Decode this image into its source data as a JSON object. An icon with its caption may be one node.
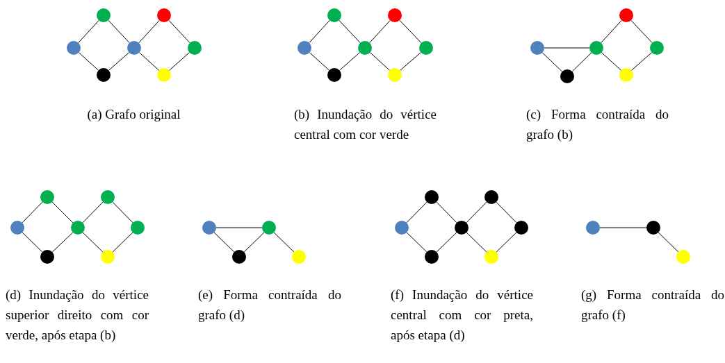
{
  "diagram": {
    "nodes": [
      {
        "text": [],
        "shape": "circle"
      },
      {
        "text": [],
        "shape": "circle"
      },
      {
        "text": [],
        "shape": "circle"
      },
      {
        "text": [],
        "shape": "circle"
      },
      {
        "text": [],
        "shape": "circle"
      },
      {
        "text": [],
        "shape": "circle"
      },
      {
        "text": [],
        "shape": "circle"
      },
      {
        "text": [],
        "shape": "circle"
      },
      {
        "text": [],
        "shape": "circle"
      },
      {
        "text": [],
        "shape": "circle"
      },
      {
        "text": [],
        "shape": "circle"
      },
      {
        "text": [],
        "shape": "circle"
      },
      {
        "text": [],
        "shape": "circle"
      },
      {
        "text": [],
        "shape": "circle"
      },
      {
        "text": [],
        "shape": "circle"
      },
      {
        "text": [],
        "shape": "circle"
      },
      {
        "text": [],
        "shape": "circle"
      },
      {
        "text": [],
        "shape": "circle"
      },
      {
        "text": [],
        "shape": "circle"
      },
      {
        "text": [],
        "shape": "circle"
      },
      {
        "text": [],
        "shape": "circle"
      },
      {
        "text": [],
        "shape": "circle"
      },
      {
        "text": [],
        "shape": "circle"
      },
      {
        "text": [],
        "shape": "circle"
      },
      {
        "text": [],
        "shape": "circle"
      },
      {
        "text": [],
        "shape": "circle"
      },
      {
        "text": [],
        "shape": "circle"
      },
      {
        "text": [],
        "shape": "circle"
      },
      {
        "text": [],
        "shape": "circle"
      },
      {
        "text": [],
        "shape": "circle"
      },
      {
        "text": [],
        "shape": "circle"
      },
      {
        "text": [],
        "shape": "circle"
      },
      {
        "text": [],
        "shape": "circle"
      },
      {
        "text": [],
        "shape": "circle"
      },
      {
        "text": [],
        "shape": "circle"
      },
      {
        "text": [],
        "shape": "circle"
      },
      {
        "text": [],
        "shape": "circle"
      },
      {
        "text": [],
        "shape": "circle"
      },
      {
        "text": [],
        "shape": "circle"
      },
      {
        "text": [],
        "shape": "circle"
      },
      {
        "text": [],
        "shape": "circle"
      }
    ],
    "edges": [
      {
        "from": 0,
        "to": 1,
        "arrow": "none"
      },
      {
        "from": 0,
        "to": 3,
        "arrow": "none"
      },
      {
        "from": 1,
        "to": 2,
        "arrow": "none"
      },
      {
        "from": 3,
        "to": 2,
        "arrow": "none"
      },
      {
        "from": 2,
        "to": 4,
        "arrow": "none"
      },
      {
        "from": 2,
        "to": 6,
        "arrow": "none"
      },
      {
        "from": 4,
        "to": 5,
        "arrow": "none"
      },
      {
        "from": 6,
        "to": 5,
        "arrow": "none"
      },
      {
        "from": 7,
        "to": 8,
        "arrow": "none"
      },
      {
        "from": 7,
        "to": 10,
        "arrow": "none"
      },
      {
        "from": 8,
        "to": 9,
        "arrow": "none"
      },
      {
        "from": 10,
        "to": 9,
        "arrow": "none"
      },
      {
        "from": 9,
        "to": 11,
        "arrow": "none"
      },
      {
        "from": 9,
        "to": 13,
        "arrow": "none"
      },
      {
        "from": 11,
        "to": 12,
        "arrow": "none"
      },
      {
        "from": 13,
        "to": 12,
        "arrow": "none"
      },
      {
        "from": 14,
        "to": 16,
        "arrow": "none"
      },
      {
        "from": 14,
        "to": 15,
        "arrow": "none"
      },
      {
        "from": 15,
        "to": 16,
        "arrow": "none"
      },
      {
        "from": 16,
        "to": 17,
        "arrow": "none"
      },
      {
        "from": 16,
        "to": 19,
        "arrow": "none"
      },
      {
        "from": 17,
        "to": 18,
        "arrow": "none"
      },
      {
        "from": 19,
        "to": 18,
        "arrow": "none"
      },
      {
        "from": 20,
        "to": 21,
        "arrow": "none"
      },
      {
        "from": 20,
        "to": 23,
        "arrow": "none"
      },
      {
        "from": 21,
        "to": 22,
        "arrow": "none"
      },
      {
        "from": 23,
        "to": 22,
        "arrow": "none"
      },
      {
        "from": 22,
        "to": 24,
        "arrow": "none"
      },
      {
        "from": 22,
        "to": 26,
        "arrow": "none"
      },
      {
        "from": 24,
        "to": 25,
        "arrow": "none"
      },
      {
        "from": 26,
        "to": 25,
        "arrow": "none"
      },
      {
        "from": 27,
        "to": 28,
        "arrow": "none"
      },
      {
        "from": 27,
        "to": 29,
        "arrow": "none"
      },
      {
        "from": 29,
        "to": 28,
        "arrow": "none"
      },
      {
        "from": 28,
        "to": 30,
        "arrow": "none"
      },
      {
        "from": 31,
        "to": 32,
        "arrow": "none"
      },
      {
        "from": 31,
        "to": 34,
        "arrow": "none"
      },
      {
        "from": 32,
        "to": 33,
        "arrow": "none"
      },
      {
        "from": 34,
        "to": 33,
        "arrow": "none"
      },
      {
        "from": 33,
        "to": 35,
        "arrow": "none"
      },
      {
        "from": 33,
        "to": 37,
        "arrow": "none"
      },
      {
        "from": 35,
        "to": 36,
        "arrow": "none"
      },
      {
        "from": 37,
        "to": 36,
        "arrow": "none"
      },
      {
        "from": 38,
        "to": 39,
        "arrow": "none"
      },
      {
        "from": 39,
        "to": 40,
        "arrow": "none"
      }
    ],
    "labels": [
      "(a) Grafo original",
      "(b) Inundação do vértice central com cor verde",
      "(c) Forma contraída do grafo (b)",
      "(d) Inundação do vértice superior direito com cor verde, após etapa (b)",
      "(e) Forma contraída do grafo (d)",
      "(f) Inundação do vértice central com cor preta, após etapa (d)",
      "(g) Forma contraída do grafo (f)"
    ]
  }
}
